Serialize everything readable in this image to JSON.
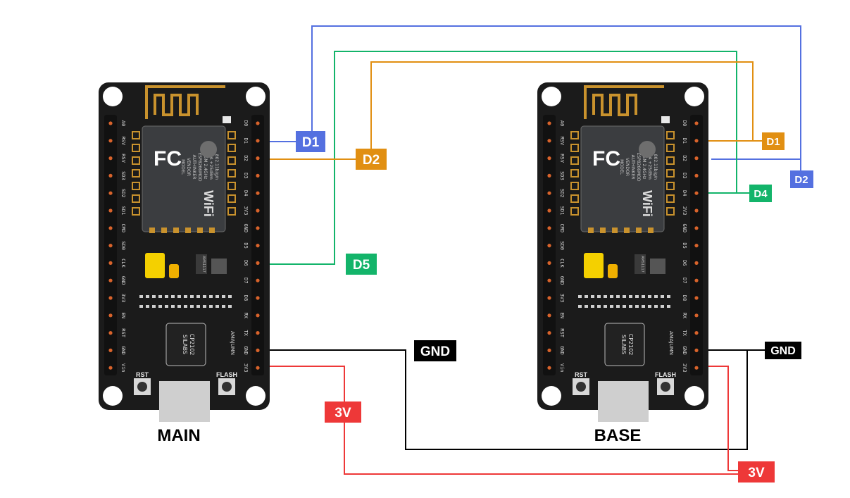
{
  "boards": {
    "main": {
      "label": "MAIN"
    },
    "base": {
      "label": "BASE"
    }
  },
  "board_text": {
    "module_fc": "FC",
    "module_wifi": "WiFi",
    "module_lines": [
      "MODEL",
      "VENDOR",
      "AUTHINKER",
      "ESP8266MOD",
      "ISM 2.4GHz",
      "PA +25dBm",
      "802.11b/g/n"
    ],
    "usb_chip_lines": [
      "SILABS",
      "CP2102"
    ],
    "reg_chip": "AMS1117",
    "rst": "RST",
    "flash": "FLASH",
    "brand": "AMAJUMN",
    "left_pins": [
      "A0",
      "RSV",
      "RSV",
      "SD3",
      "SD2",
      "SD1",
      "CMD",
      "SD0",
      "CLK",
      "GND",
      "3V3",
      "EN",
      "RST",
      "GND",
      "Vin"
    ],
    "right_pins": [
      "D0",
      "D1",
      "D2",
      "D3",
      "D4",
      "3V3",
      "GND",
      "D5",
      "D6",
      "D7",
      "D8",
      "RX",
      "TX",
      "GND",
      "3V3"
    ]
  },
  "connections": {
    "main_d1": "D1",
    "main_d2": "D2",
    "main_d5": "D5",
    "main_gnd": "GND",
    "main_3v": "3V",
    "base_d1": "D1",
    "base_d2": "D2",
    "base_d4": "D4",
    "base_gnd": "GND",
    "base_3v": "3V"
  },
  "colors": {
    "blue": "#5470e0",
    "orange": "#e18f12",
    "green": "#13b46a",
    "red": "#ee3838",
    "black": "#000000",
    "board": "#1b1b1b"
  }
}
